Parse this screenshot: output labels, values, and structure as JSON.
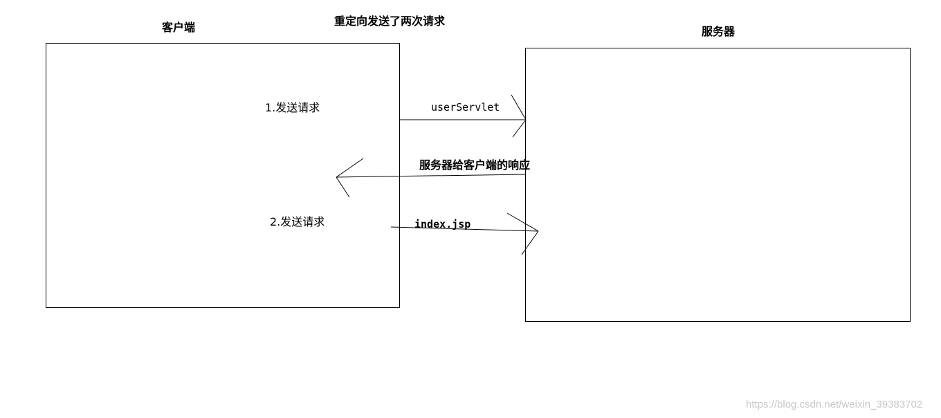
{
  "diagram": {
    "title": "重定向发送了两次请求",
    "client": {
      "label": "客户端"
    },
    "server": {
      "label": "服务器"
    },
    "steps": {
      "first_request": "1.发送请求",
      "first_url": "userServlet",
      "response": "服务器给客户端的响应",
      "second_request": "2.发送请求",
      "second_url": "index.jsp"
    }
  },
  "watermark": "https://blog.csdn.net/weixin_39383702",
  "colors": {
    "background": "#ffffff",
    "stroke": "#000000",
    "text": "#000000",
    "watermark": "#c8c8c8"
  }
}
